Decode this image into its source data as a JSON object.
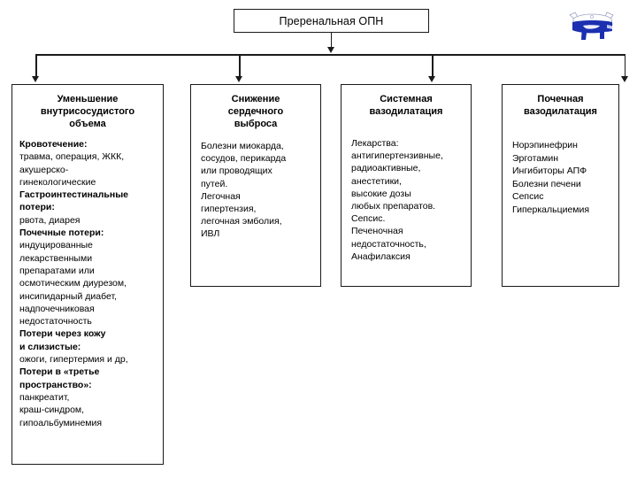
{
  "diagram": {
    "type": "flowchart",
    "orientation": "top-down",
    "root": {
      "label": "Преренальная ОПН"
    },
    "branches": [
      {
        "id": "branch-1",
        "title_lines": [
          "Уменьшение",
          "внутрисосудистого",
          "объема"
        ],
        "body_lines": [
          {
            "text": "Кровотечение:",
            "bold": true
          },
          {
            "text": "травма, операция, ЖКК,",
            "bold": false
          },
          {
            "text": "акушерско-",
            "bold": false
          },
          {
            "text": "гинекологические",
            "bold": false
          },
          {
            "text": "Гастроинтестинальные",
            "bold": true
          },
          {
            "text": "потери:",
            "bold": true
          },
          {
            "text": "рвота, диарея",
            "bold": false
          },
          {
            "text": "Почечные потери:",
            "bold": true
          },
          {
            "text": "индуцированные",
            "bold": false
          },
          {
            "text": "лекарственными",
            "bold": false
          },
          {
            "text": "препаратами или",
            "bold": false
          },
          {
            "text": "осмотическим диурезом,",
            "bold": false
          },
          {
            "text": "инсипидарный диабет,",
            "bold": false
          },
          {
            "text": "надпочечниковая",
            "bold": false
          },
          {
            "text": "недостаточность",
            "bold": false
          },
          {
            "text": "Потери через кожу",
            "bold": true
          },
          {
            "text": "и слизистые:",
            "bold": true
          },
          {
            "text": "ожоги, гипертермия и др,",
            "bold": false
          },
          {
            "text": "Потери в «третье",
            "bold": true
          },
          {
            "text": "пространство»:",
            "bold": true
          },
          {
            "text": "панкреатит,",
            "bold": false
          },
          {
            "text": "краш-синдром,",
            "bold": false
          },
          {
            "text": "гипоальбуминемия",
            "bold": false
          }
        ]
      },
      {
        "id": "branch-2",
        "title_lines": [
          "Снижение",
          "сердечного",
          "выброса"
        ],
        "body_lines": [
          {
            "text": "Болезни миокарда,",
            "bold": false
          },
          {
            "text": "сосудов, перикарда",
            "bold": false
          },
          {
            "text": "или проводящих",
            "bold": false
          },
          {
            "text": "путей.",
            "bold": false
          },
          {
            "text": "Легочная",
            "bold": false
          },
          {
            "text": "гипертензия,",
            "bold": false
          },
          {
            "text": "легочная эмболия,",
            "bold": false
          },
          {
            "text": "ИВЛ",
            "bold": false
          }
        ]
      },
      {
        "id": "branch-3",
        "title_lines": [
          "Системная",
          "вазодилатация"
        ],
        "body_lines": [
          {
            "text": "Лекарства:",
            "bold": false
          },
          {
            "text": "антигипертензивные,",
            "bold": false
          },
          {
            "text": "радиоактивные,",
            "bold": false
          },
          {
            "text": "анестетики,",
            "bold": false
          },
          {
            "text": "высокие дозы",
            "bold": false
          },
          {
            "text": "любых препаратов.",
            "bold": false
          },
          {
            "text": "Сепсис.",
            "bold": false
          },
          {
            "text": "Печеночная",
            "bold": false
          },
          {
            "text": "недостаточность,",
            "bold": false
          },
          {
            "text": "Анафилаксия",
            "bold": false
          }
        ]
      },
      {
        "id": "branch-4",
        "title_lines": [
          "Почечная",
          "вазодилатация"
        ],
        "body_lines": [
          {
            "text": "Норэпинефрин",
            "bold": false
          },
          {
            "text": "Эрготамин",
            "bold": false
          },
          {
            "text": "Ингибиторы АПФ",
            "bold": false
          },
          {
            "text": "Болезни печени",
            "bold": false
          },
          {
            "text": "Сепсис",
            "bold": false
          },
          {
            "text": "Гиперкальциемия",
            "bold": false
          }
        ]
      }
    ]
  },
  "decoration": {
    "clipart_name": "blue-animal-clipart",
    "colors": {
      "body": "#1b2fb0",
      "accent": "#ffffff",
      "outline": "#9aa0c8"
    }
  },
  "colors": {
    "background": "#ffffff",
    "border": "#1a1a1a",
    "text": "#000000"
  }
}
